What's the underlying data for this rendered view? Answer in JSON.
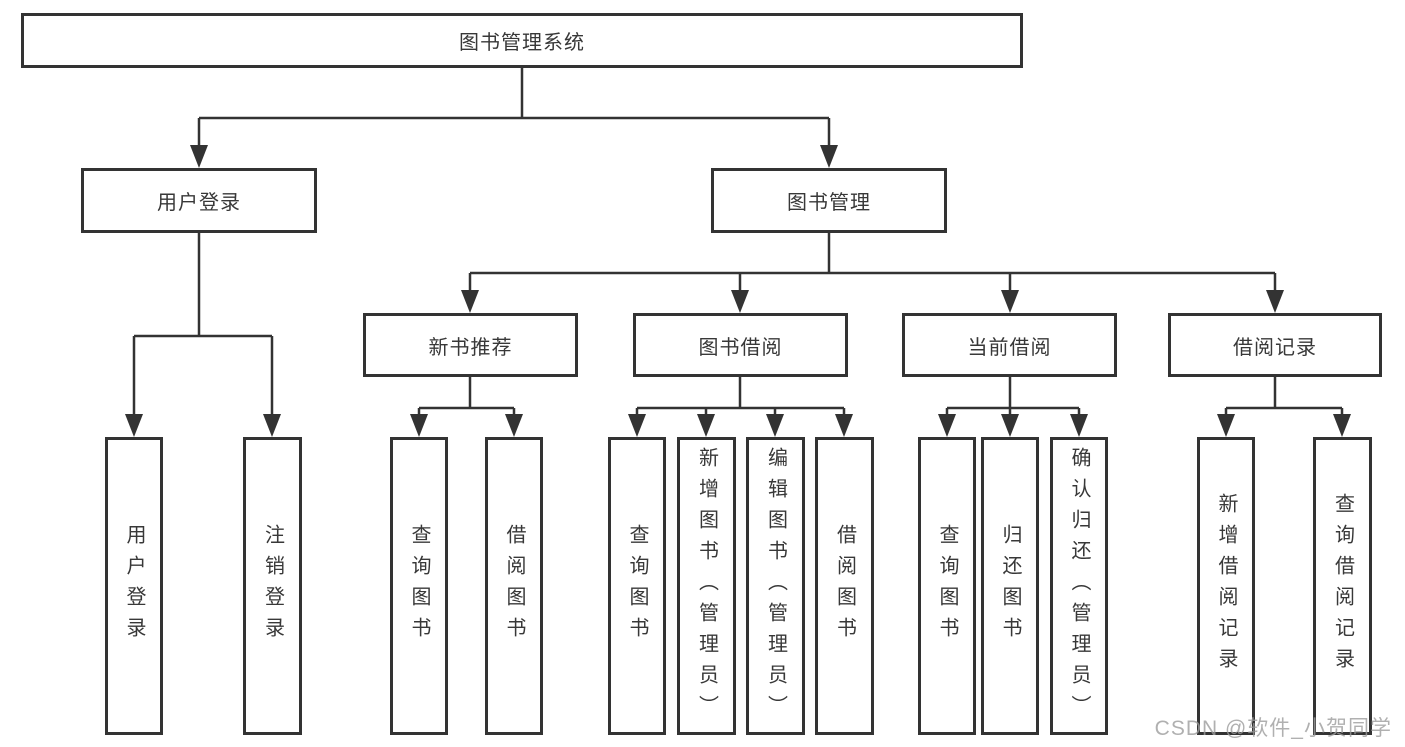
{
  "diagram": {
    "root": {
      "label": "图书管理系统"
    },
    "branches": [
      {
        "label": "用户登录",
        "children": [
          "用户登录",
          "注销登录"
        ]
      },
      {
        "label": "图书管理",
        "children": [
          {
            "label": "新书推荐",
            "children": [
              "查询图书",
              "借阅图书"
            ]
          },
          {
            "label": "图书借阅",
            "children": [
              "查询图书",
              "新增图书（管理员）",
              "编辑图书（管理员）",
              "借阅图书"
            ]
          },
          {
            "label": "当前借阅",
            "children": [
              "查询图书",
              "归还图书",
              "确认归还（管理员）"
            ]
          },
          {
            "label": "借阅记录",
            "children": [
              "新增借阅记录",
              "查询借阅记录"
            ]
          }
        ]
      }
    ],
    "watermark": "CSDN @软件_小贺同学",
    "colors": {
      "line": "#333333",
      "box_border": "#333333",
      "text": "#383838",
      "background": "#ffffff",
      "watermark": "#9d9d9d"
    }
  }
}
